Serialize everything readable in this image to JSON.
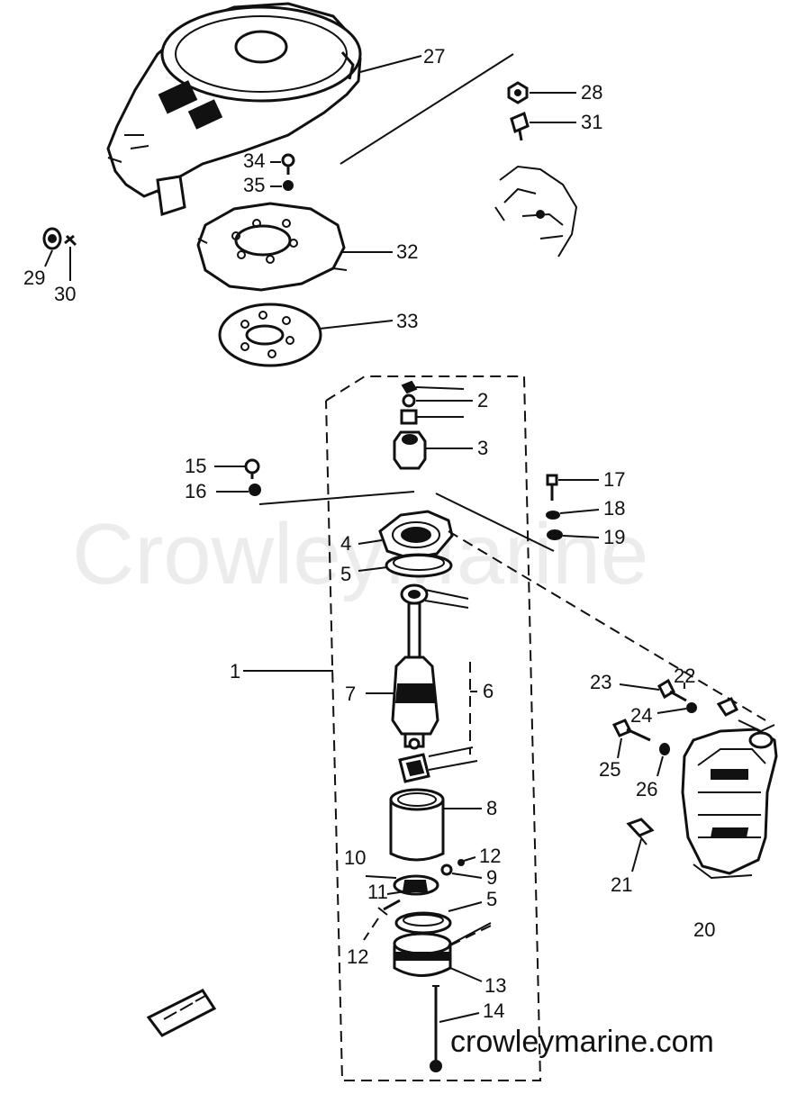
{
  "watermark": "CrowleyMarine",
  "site_label": "crowleymarine.com",
  "callouts": {
    "p1": "1",
    "p2": "2",
    "p3": "3",
    "p4": "4",
    "p5a": "5",
    "p5b": "5",
    "p6": "6",
    "p7": "7",
    "p8": "8",
    "p9": "9",
    "p10": "10",
    "p11": "11",
    "p12a": "12",
    "p12b": "12",
    "p13": "13",
    "p14": "14",
    "p15": "15",
    "p16": "16",
    "p17": "17",
    "p18": "18",
    "p19": "19",
    "p20": "20",
    "p21": "21",
    "p22": "22",
    "p23": "23",
    "p24": "24",
    "p25": "25",
    "p26": "26",
    "p27": "27",
    "p28": "28",
    "p29": "29",
    "p30": "30",
    "p31": "31",
    "p32": "32",
    "p33": "33",
    "p34": "34",
    "p35": "35"
  }
}
